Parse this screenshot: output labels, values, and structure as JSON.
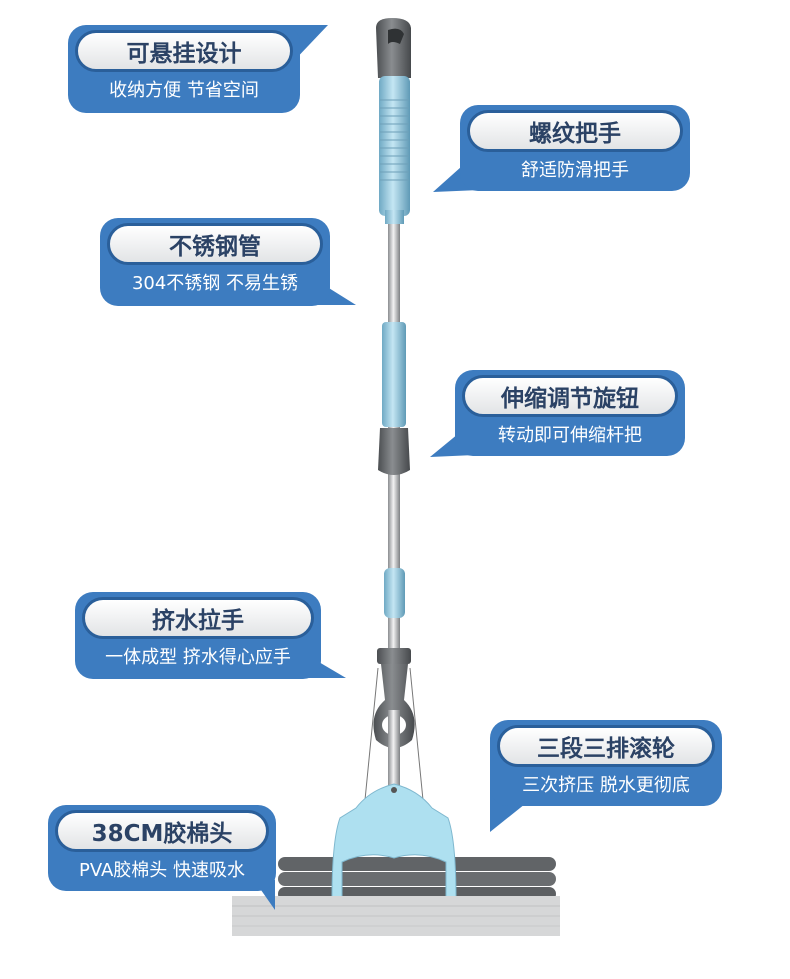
{
  "colors": {
    "callout_blue": "#3d7cc0",
    "title_navy": "#2b4265",
    "handle_blue": "#9fd0e6",
    "grip_gray": "#5f6265"
  },
  "callouts": [
    {
      "title": "可悬挂设计",
      "subtitle": "收纳方便 节省空间"
    },
    {
      "title": "螺纹把手",
      "subtitle": "舒适防滑把手"
    },
    {
      "title": "不锈钢管",
      "subtitle": "304不锈钢 不易生锈"
    },
    {
      "title": "伸缩调节旋钮",
      "subtitle": "转动即可伸缩杆把"
    },
    {
      "title": "挤水拉手",
      "subtitle": "一体成型 挤水得心应手"
    },
    {
      "title": "三段三排滚轮",
      "subtitle": "三次挤压 脱水更彻底"
    },
    {
      "title": "38CM胶棉头",
      "subtitle": "PVA胶棉头 快速吸水"
    }
  ]
}
